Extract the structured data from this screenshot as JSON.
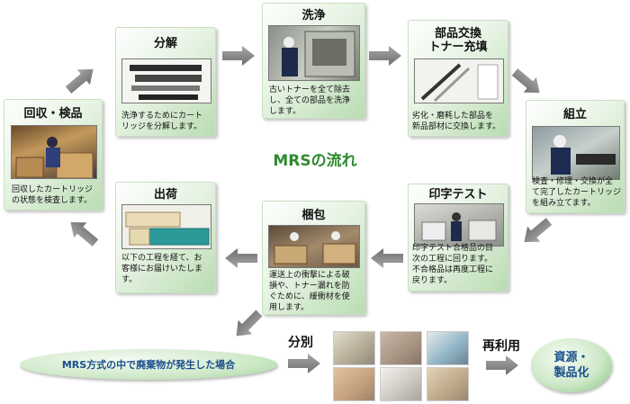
{
  "center_title": "MRSの流れ",
  "steps": {
    "collect": {
      "title": "回収・検品",
      "desc": [
        "回収したカートリッジ",
        "の状態を検査します。"
      ]
    },
    "disassemble": {
      "title": "分解",
      "desc": [
        "洗浄するためにカート",
        "リッジを分解します。"
      ]
    },
    "wash": {
      "title": "洗浄",
      "desc": [
        "古いトナーを全て除去",
        "し、全ての部品を洗浄",
        "します。"
      ]
    },
    "replace": {
      "title1": "部品交換",
      "title2": "トナー充填",
      "desc": [
        "劣化・磨耗した部品を",
        "新品部材に交換します。"
      ]
    },
    "assemble": {
      "title": "組立",
      "desc": [
        "検査・修理・交換が全",
        "て完了したカートリッジ",
        "を組み立てます。"
      ]
    },
    "test": {
      "title": "印字テスト",
      "desc": [
        "印字テスト合格品の目",
        "次の工程に回ります。",
        "不合格品は再度工程に",
        "戻ります。"
      ]
    },
    "pack": {
      "title": "梱包",
      "desc": [
        "運送上の衝撃による破",
        "損や、トナー漏れを防",
        "ぐために、緩衝材を使",
        "用します。"
      ]
    },
    "ship": {
      "title": "出荷",
      "desc": [
        "以下の工程を経て、お",
        "客様にお届けいたしま",
        "す。"
      ]
    }
  },
  "waste": {
    "label": "MRS方式の中で廃棄物が発生した場合",
    "sort_label": "分別",
    "reuse_label": "再利用",
    "result_line1": "資源・",
    "result_line2": "製品化"
  }
}
